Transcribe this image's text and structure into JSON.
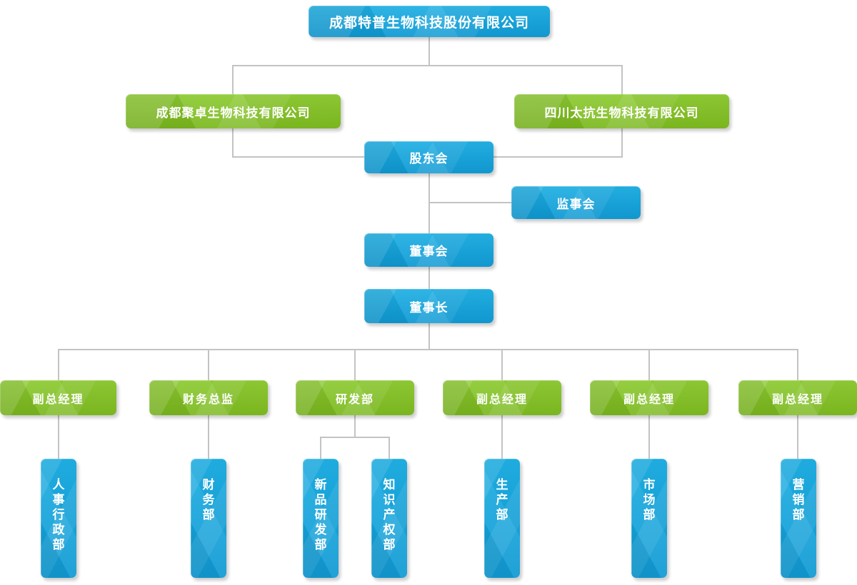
{
  "org_chart": {
    "root": {
      "label": "成都特普生物科技股份有限公司"
    },
    "subsidiaries": [
      {
        "label": "成都聚卓生物科技有限公司"
      },
      {
        "label": "四川太抗生物科技有限公司"
      }
    ],
    "governance": {
      "shareholders_meeting": {
        "label": "股东会"
      },
      "supervisory_board": {
        "label": "监事会"
      },
      "board_of_directors": {
        "label": "董事会"
      },
      "chairman": {
        "label": "董事长"
      }
    },
    "management_row": [
      {
        "label": "副总经理"
      },
      {
        "label": "财务总监"
      },
      {
        "label": "研发部"
      },
      {
        "label": "副总经理"
      },
      {
        "label": "副总经理"
      },
      {
        "label": "副总经理"
      }
    ],
    "departments": [
      {
        "label": "人事行政部"
      },
      {
        "label": "财务部"
      },
      {
        "label": "新品研发部"
      },
      {
        "label": "知识产权部"
      },
      {
        "label": "生产部"
      },
      {
        "label": "市场部"
      },
      {
        "label": "营销部"
      }
    ]
  },
  "colors": {
    "node_blue": "#0d9fd8",
    "node_green": "#7fc125",
    "connector_gray": "#c3c3c3",
    "text_white": "#ffffff"
  }
}
